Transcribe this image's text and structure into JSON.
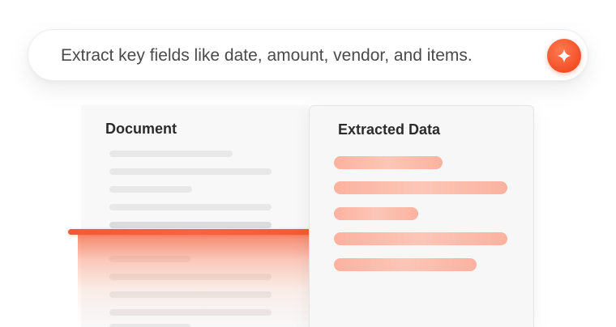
{
  "prompt": {
    "text": "Extract key fields like date, amount, vendor, and items.",
    "submit_icon": "sparkle-icon"
  },
  "document_panel": {
    "title": "Document"
  },
  "extracted_panel": {
    "title": "Extracted Data"
  },
  "colors": {
    "accent": "#f24f26",
    "scan_line": "#f25a33",
    "extracted_bar": "#fbb29f",
    "doc_line": "#e8e8e8"
  }
}
